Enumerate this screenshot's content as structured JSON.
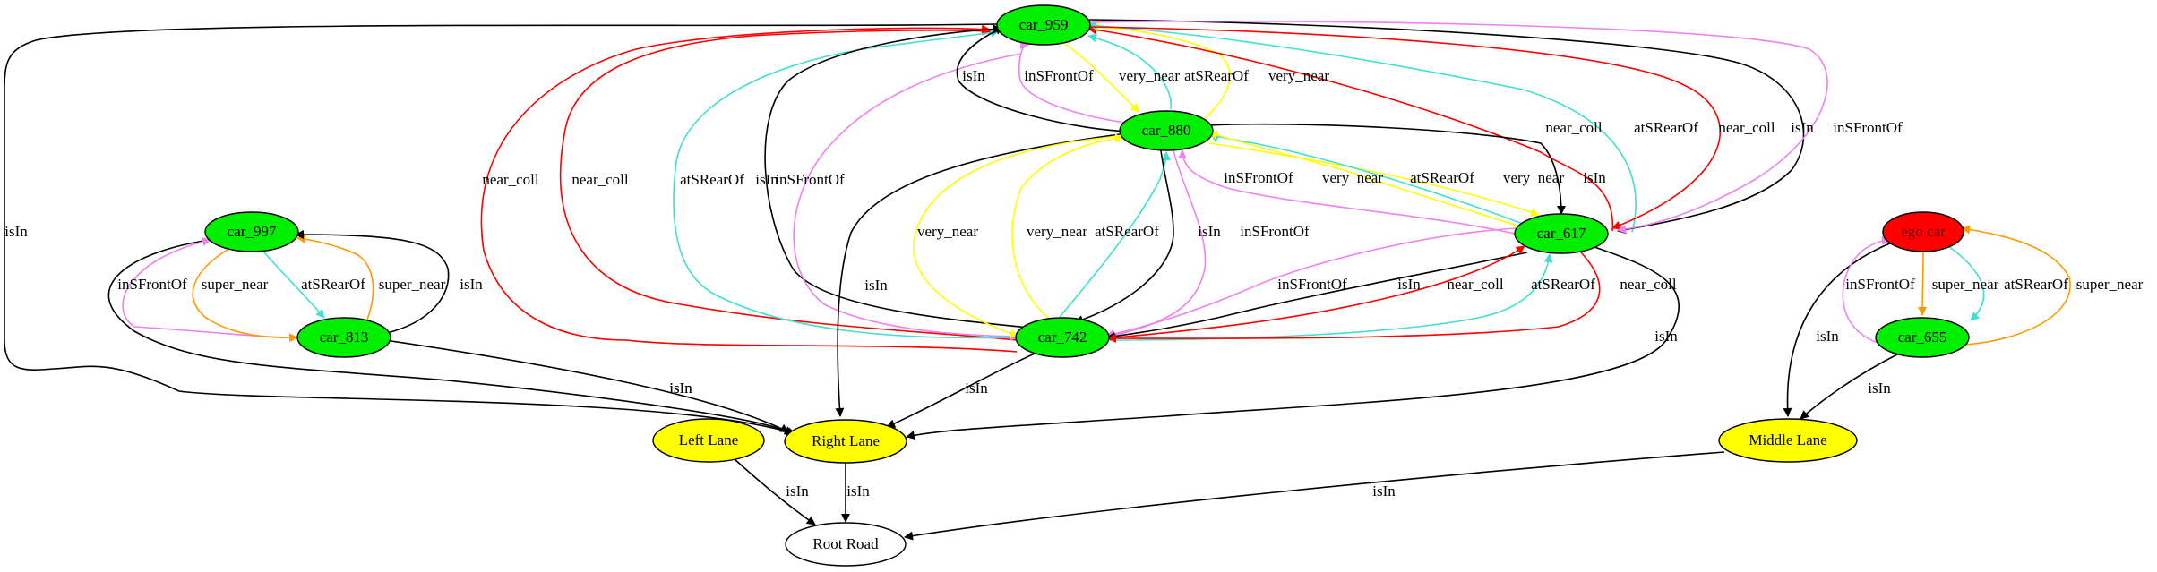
{
  "colors": {
    "car": "#00ee00",
    "ego": "#ff0000",
    "lane": "#ffff00",
    "road": "#ffffff",
    "isIn": "#000000",
    "near_coll": "#ff0000",
    "super_near": "#ff9900",
    "very_near": "#ffff00",
    "inSFrontOf": "#ee82ee",
    "atSRearOf": "#40e0d0"
  },
  "nodes": {
    "car_959": {
      "label": "car_959",
      "kind": "car"
    },
    "car_880": {
      "label": "car_880",
      "kind": "car"
    },
    "car_617": {
      "label": "car_617",
      "kind": "car"
    },
    "car_997": {
      "label": "car_997",
      "kind": "car"
    },
    "car_813": {
      "label": "car_813",
      "kind": "car"
    },
    "car_742": {
      "label": "car_742",
      "kind": "car"
    },
    "ego_car": {
      "label": "ego car",
      "kind": "ego"
    },
    "car_655": {
      "label": "car_655",
      "kind": "car"
    },
    "left_lane": {
      "label": "Left Lane",
      "kind": "lane"
    },
    "right_lane": {
      "label": "Right Lane",
      "kind": "lane"
    },
    "middle_lane": {
      "label": "Middle Lane",
      "kind": "lane"
    },
    "root_road": {
      "label": "Root Road",
      "kind": "road"
    }
  },
  "edges": [
    {
      "id": "e1",
      "from": "car_959",
      "to": "right_lane",
      "label": "isIn",
      "rel": "isIn"
    },
    {
      "id": "e2",
      "from": "car_742",
      "to": "car_959",
      "label": "near_coll",
      "rel": "near_coll"
    },
    {
      "id": "e3",
      "from": "car_742",
      "to": "car_959",
      "label": "near_coll",
      "rel": "near_coll"
    },
    {
      "id": "e4",
      "from": "car_742",
      "to": "car_959",
      "label": "atSRearOf",
      "rel": "atSRearOf"
    },
    {
      "id": "e5",
      "from": "car_742",
      "to": "car_959",
      "label": "isIn",
      "rel": "isIn"
    },
    {
      "id": "e6",
      "from": "car_959",
      "to": "car_742",
      "label": "inSFrontOf",
      "rel": "inSFrontOf"
    },
    {
      "id": "e7",
      "from": "car_880",
      "to": "car_959",
      "label": "isIn",
      "rel": "isIn"
    },
    {
      "id": "e8",
      "from": "car_880",
      "to": "car_959",
      "label": "inSFrontOf",
      "rel": "inSFrontOf"
    },
    {
      "id": "e9",
      "from": "car_959",
      "to": "car_880",
      "label": "very_near",
      "rel": "very_near"
    },
    {
      "id": "e10",
      "from": "car_880",
      "to": "car_959",
      "label": "atSRearOf",
      "rel": "atSRearOf"
    },
    {
      "id": "e11",
      "from": "car_880",
      "to": "car_959",
      "label": "very_near",
      "rel": "very_near"
    },
    {
      "id": "e12",
      "from": "car_617",
      "to": "car_959",
      "label": "near_coll",
      "rel": "near_coll"
    },
    {
      "id": "e13",
      "from": "car_617",
      "to": "car_959",
      "label": "atSRearOf",
      "rel": "atSRearOf"
    },
    {
      "id": "e14",
      "from": "car_959",
      "to": "car_617",
      "label": "near_coll",
      "rel": "near_coll"
    },
    {
      "id": "e15",
      "from": "car_959",
      "to": "car_617",
      "label": "isIn",
      "rel": "isIn"
    },
    {
      "id": "e16",
      "from": "car_959",
      "to": "car_617",
      "label": "inSFrontOf",
      "rel": "inSFrontOf"
    },
    {
      "id": "e17",
      "from": "car_880",
      "to": "right_lane",
      "label": "isIn",
      "rel": "isIn"
    },
    {
      "id": "e18",
      "from": "car_880",
      "to": "car_742",
      "label": "very_near",
      "rel": "very_near"
    },
    {
      "id": "e19",
      "from": "car_742",
      "to": "car_880",
      "label": "very_near",
      "rel": "very_near"
    },
    {
      "id": "e20",
      "from": "car_742",
      "to": "car_880",
      "label": "atSRearOf",
      "rel": "atSRearOf"
    },
    {
      "id": "e21",
      "from": "car_880",
      "to": "car_742",
      "label": "isIn",
      "rel": "isIn"
    },
    {
      "id": "e22",
      "from": "car_880",
      "to": "car_742",
      "label": "inSFrontOf",
      "rel": "inSFrontOf"
    },
    {
      "id": "e23",
      "from": "car_617",
      "to": "car_880",
      "label": "inSFrontOf",
      "rel": "inSFrontOf"
    },
    {
      "id": "e24",
      "from": "car_880",
      "to": "car_617",
      "label": "very_near",
      "rel": "very_near"
    },
    {
      "id": "e25",
      "from": "car_617",
      "to": "car_880",
      "label": "atSRearOf",
      "rel": "atSRearOf"
    },
    {
      "id": "e26",
      "from": "car_617",
      "to": "car_880",
      "label": "very_near",
      "rel": "very_near"
    },
    {
      "id": "e27",
      "from": "car_880",
      "to": "car_617",
      "label": "isIn",
      "rel": "isIn"
    },
    {
      "id": "e28",
      "from": "car_617",
      "to": "car_742",
      "label": "inSFrontOf",
      "rel": "inSFrontOf"
    },
    {
      "id": "e29",
      "from": "car_617",
      "to": "car_742",
      "label": "isIn",
      "rel": "isIn"
    },
    {
      "id": "e30",
      "from": "car_742",
      "to": "car_617",
      "label": "near_coll",
      "rel": "near_coll"
    },
    {
      "id": "e31",
      "from": "car_742",
      "to": "car_617",
      "label": "atSRearOf",
      "rel": "atSRearOf"
    },
    {
      "id": "e32",
      "from": "car_617",
      "to": "car_742",
      "label": "near_coll",
      "rel": "near_coll"
    },
    {
      "id": "e33",
      "from": "car_617",
      "to": "right_lane",
      "label": "isIn",
      "rel": "isIn"
    },
    {
      "id": "e34",
      "from": "car_742",
      "to": "right_lane",
      "label": "isIn",
      "rel": "isIn"
    },
    {
      "id": "e35",
      "from": "car_997",
      "to": "right_lane",
      "label": "isIn",
      "rel": "isIn"
    },
    {
      "id": "e36",
      "from": "car_813",
      "to": "car_997",
      "label": "inSFrontOf",
      "rel": "inSFrontOf"
    },
    {
      "id": "e37",
      "from": "car_997",
      "to": "car_813",
      "label": "super_near",
      "rel": "super_near"
    },
    {
      "id": "e38",
      "from": "car_997",
      "to": "car_813",
      "label": "atSRearOf",
      "rel": "atSRearOf"
    },
    {
      "id": "e39",
      "from": "car_813",
      "to": "car_997",
      "label": "super_near",
      "rel": "super_near"
    },
    {
      "id": "e40",
      "from": "car_813",
      "to": "car_997",
      "label": "isIn",
      "rel": "isIn"
    },
    {
      "id": "e41",
      "from": "car_813",
      "to": "right_lane",
      "label": "isIn",
      "rel": "isIn"
    },
    {
      "id": "e42",
      "from": "ego_car",
      "to": "middle_lane",
      "label": "isIn",
      "rel": "isIn"
    },
    {
      "id": "e43",
      "from": "car_655",
      "to": "ego_car",
      "label": "inSFrontOf",
      "rel": "inSFrontOf"
    },
    {
      "id": "e44",
      "from": "ego_car",
      "to": "car_655",
      "label": "super_near",
      "rel": "super_near"
    },
    {
      "id": "e45",
      "from": "ego_car",
      "to": "car_655",
      "label": "atSRearOf",
      "rel": "atSRearOf"
    },
    {
      "id": "e46",
      "from": "car_655",
      "to": "ego_car",
      "label": "super_near",
      "rel": "super_near"
    },
    {
      "id": "e47",
      "from": "car_655",
      "to": "middle_lane",
      "label": "isIn",
      "rel": "isIn"
    },
    {
      "id": "e48",
      "from": "left_lane",
      "to": "root_road",
      "label": "isIn",
      "rel": "isIn"
    },
    {
      "id": "e49",
      "from": "right_lane",
      "to": "root_road",
      "label": "isIn",
      "rel": "isIn"
    },
    {
      "id": "e50",
      "from": "middle_lane",
      "to": "root_road",
      "label": "isIn",
      "rel": "isIn"
    }
  ]
}
